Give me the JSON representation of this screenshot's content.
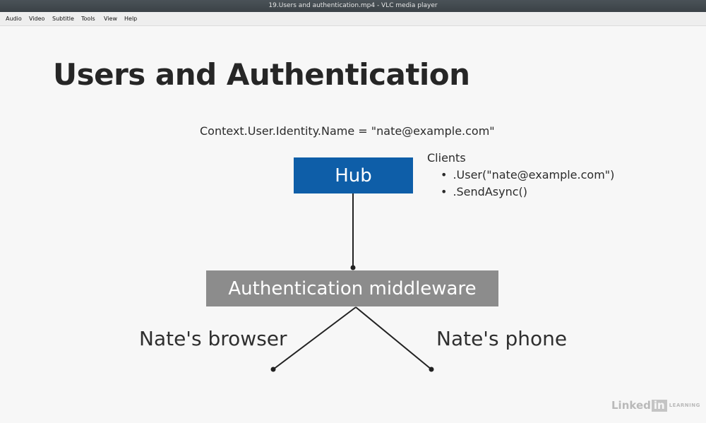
{
  "window": {
    "title": "19.Users and authentication.mp4 - VLC media player"
  },
  "menu": {
    "items": [
      "Audio",
      "Video",
      "Subtitle",
      "Tools",
      "View",
      "Help"
    ]
  },
  "slide": {
    "title": "Users and Authentication",
    "context_line": "Context.User.Identity.Name = \"nate@example.com\"",
    "hub_label": "Hub",
    "clients": {
      "title": "Clients",
      "items": [
        ".User(\"nate@example.com\")",
        ".SendAsync()"
      ]
    },
    "middleware_label": "Authentication middleware",
    "devices": [
      "Nate's browser",
      "Nate's phone"
    ],
    "colors": {
      "hub": "#0e5ea8",
      "middleware": "#8c8c8c",
      "title": "#262626"
    }
  },
  "logo": {
    "text_linked": "Linked",
    "text_in": "in",
    "text_learning": "LEARNING"
  }
}
